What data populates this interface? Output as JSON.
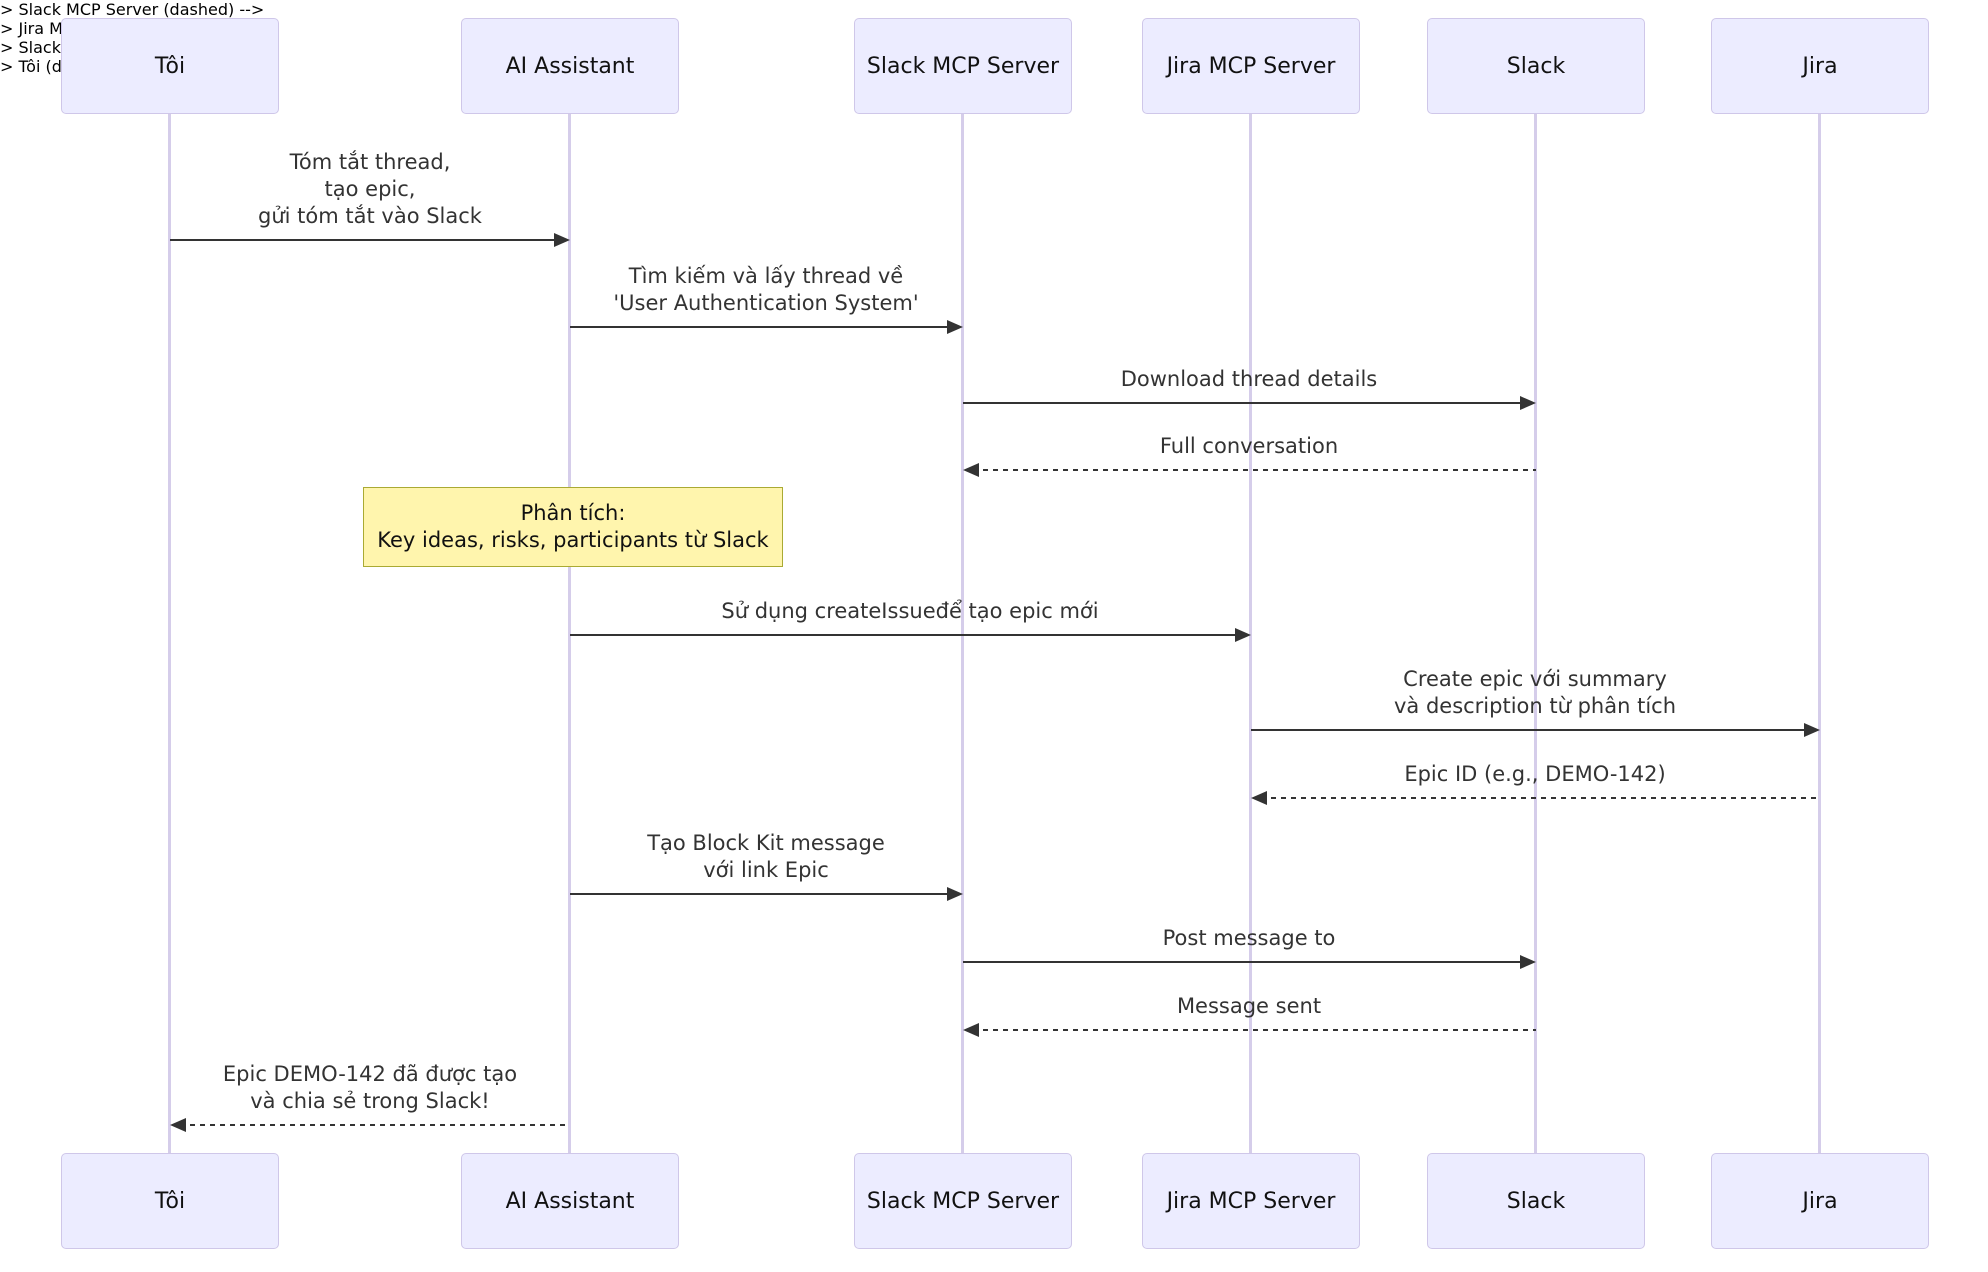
{
  "palette": {
    "background": "#ffffff",
    "actor_fill": "#ECECFF",
    "actor_border": "#CFC7E9",
    "lifeline": "#d5cdea",
    "arrow": "#333333",
    "text": "#333333",
    "actor_text": "#111111",
    "note_fill": "#FFF5AD",
    "note_border": "#AAAA33"
  },
  "actors": [
    {
      "id": "toi",
      "label": "Tôi"
    },
    {
      "id": "ai-assistant",
      "label": "AI Assistant"
    },
    {
      "id": "slack-mcp-server",
      "label": "Slack MCP Server"
    },
    {
      "id": "jira-mcp-server",
      "label": "Jira MCP Server"
    },
    {
      "id": "slack",
      "label": "Slack"
    },
    {
      "id": "jira",
      "label": "Jira"
    }
  ],
  "messages": [
    {
      "from": "Tôi",
      "to": "AI Assistant",
      "type": "solid",
      "lines": [
        "Tóm tắt thread,",
        "tạo epic,",
        "gửi tóm tắt vào Slack"
      ]
    },
    {
      "from": "AI Assistant",
      "to": "Slack MCP Server",
      "type": "solid",
      "lines": [
        "Tìm kiếm và lấy thread về",
        "'User Authentication System'"
      ]
    },
    {
      "from": "Slack MCP Server",
      "to": "Slack",
      "type": "solid",
      "lines": [
        "Download thread details"
      ]
    },
    {
      "from": "Slack",
      "to": "Slack MCP Server",
      "type": "dashed",
      "lines": [
        "Full conversation"
      ]
    },
    {
      "from": "AI Assistant",
      "to": "Jira MCP Server",
      "type": "solid",
      "lines": [
        "Sử dụng createIssueđể tạo epic mới"
      ]
    },
    {
      "from": "Jira MCP Server",
      "to": "Jira",
      "type": "solid",
      "lines": [
        "Create epic với summary",
        "và description từ phân tích"
      ]
    },
    {
      "from": "Jira",
      "to": "Jira MCP Server",
      "type": "dashed",
      "lines": [
        "Epic ID (e.g., DEMO-142)"
      ]
    },
    {
      "from": "AI Assistant",
      "to": "Slack MCP Server",
      "type": "solid",
      "lines": [
        "Tạo Block Kit message",
        "với link Epic"
      ]
    },
    {
      "from": "Slack MCP Server",
      "to": "Slack",
      "type": "solid",
      "lines": [
        "Post message to"
      ]
    },
    {
      "from": "Slack",
      "to": "Slack MCP Server",
      "type": "dashed",
      "lines": [
        "Message sent"
      ]
    },
    {
      "from": "AI Assistant",
      "to": "Tôi",
      "type": "dashed",
      "lines": [
        "Epic DEMO-142 đã được tạo",
        "và chia sẻ trong Slack!"
      ]
    }
  ],
  "note": {
    "over": "AI Assistant",
    "lines": [
      "Phân tích:",
      "Key ideas, risks, participants từ Slack"
    ]
  }
}
